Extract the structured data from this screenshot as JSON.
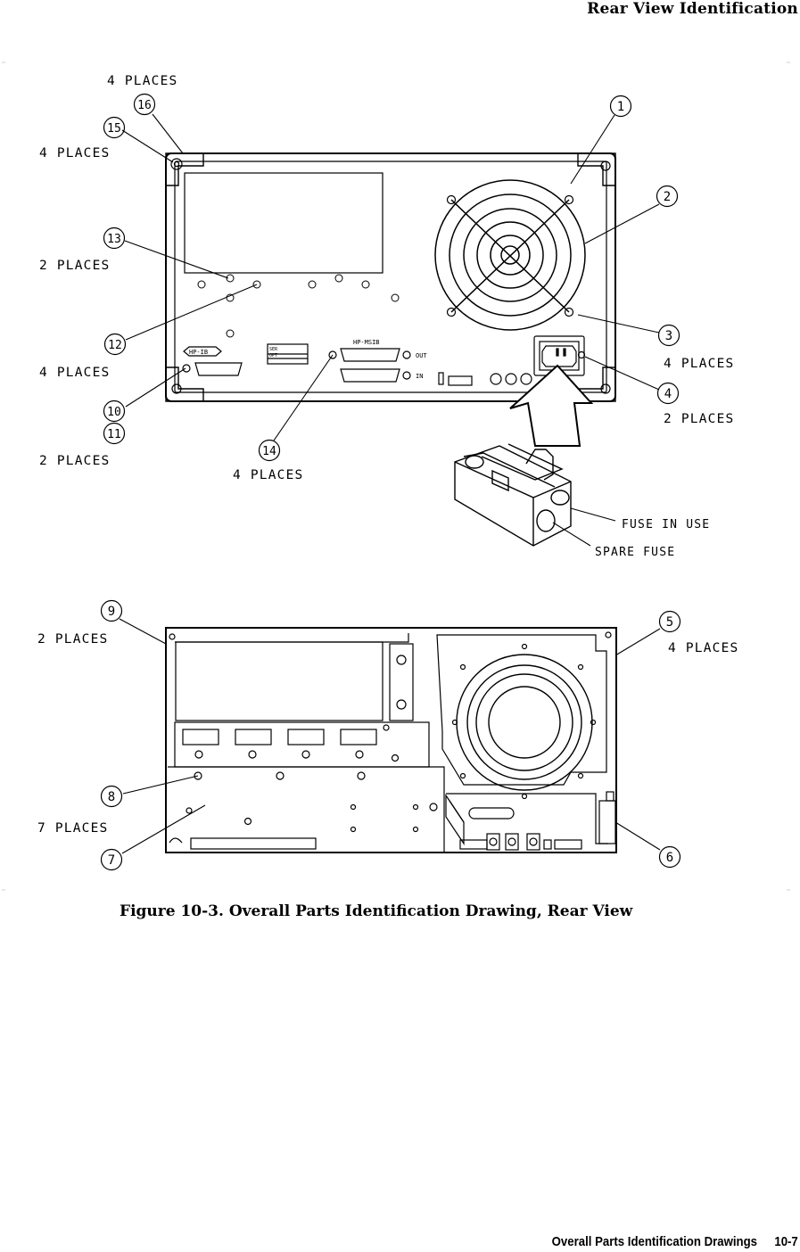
{
  "header": {
    "running_title": "Rear View Identification"
  },
  "figure": {
    "top_view": {
      "callouts": [
        "1",
        "2",
        "3",
        "4",
        "10",
        "11",
        "12",
        "13",
        "14",
        "15",
        "16"
      ],
      "place_labels": {
        "p16": "4 PLACES",
        "p15": "4 PLACES",
        "p13": "2 PLACES",
        "p12": "4 PLACES",
        "p11": "2 PLACES",
        "p14": "4 PLACES",
        "p3": "4 PLACES",
        "p4": "2 PLACES"
      },
      "panel_labels": {
        "hpib": "HP-IB",
        "ser": "SER",
        "opt": "OPT",
        "hpmsib": "HP-MSIB",
        "out": "OUT",
        "in": "IN"
      },
      "fuse_labels": {
        "in_use": "FUSE IN USE",
        "spare": "SPARE FUSE"
      }
    },
    "bottom_view": {
      "callouts": [
        "5",
        "6",
        "7",
        "8",
        "9"
      ],
      "place_labels": {
        "p9": "2 PLACES",
        "p5": "4 PLACES",
        "p8": "7 PLACES"
      }
    },
    "caption": "Figure 10-3. Overall Parts Identification Drawing, Rear View"
  },
  "footer": {
    "section": "Overall Parts Identification Drawings",
    "page_number": "10-7"
  }
}
